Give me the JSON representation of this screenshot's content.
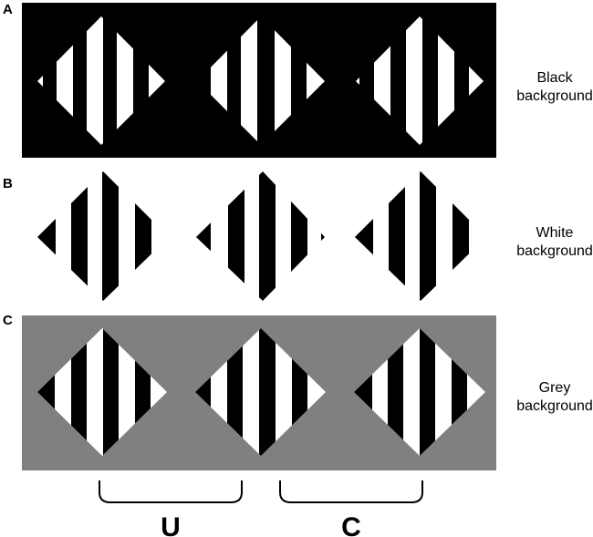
{
  "panels": [
    {
      "letter": "A",
      "label_line1": "Black",
      "label_line2": "background",
      "background": "#000000",
      "stripe_color": "#ffffff"
    },
    {
      "letter": "B",
      "label_line1": "White",
      "label_line2": "background",
      "background": "#ffffff",
      "stripe_color": "#000000"
    },
    {
      "letter": "C",
      "label_line1": "Grey",
      "label_line2": "background",
      "background": "#808080",
      "stripe_color": "#ffffff",
      "alt_stripe_color": "#000000"
    }
  ],
  "groups": [
    {
      "label": "U"
    },
    {
      "label": "C"
    }
  ]
}
